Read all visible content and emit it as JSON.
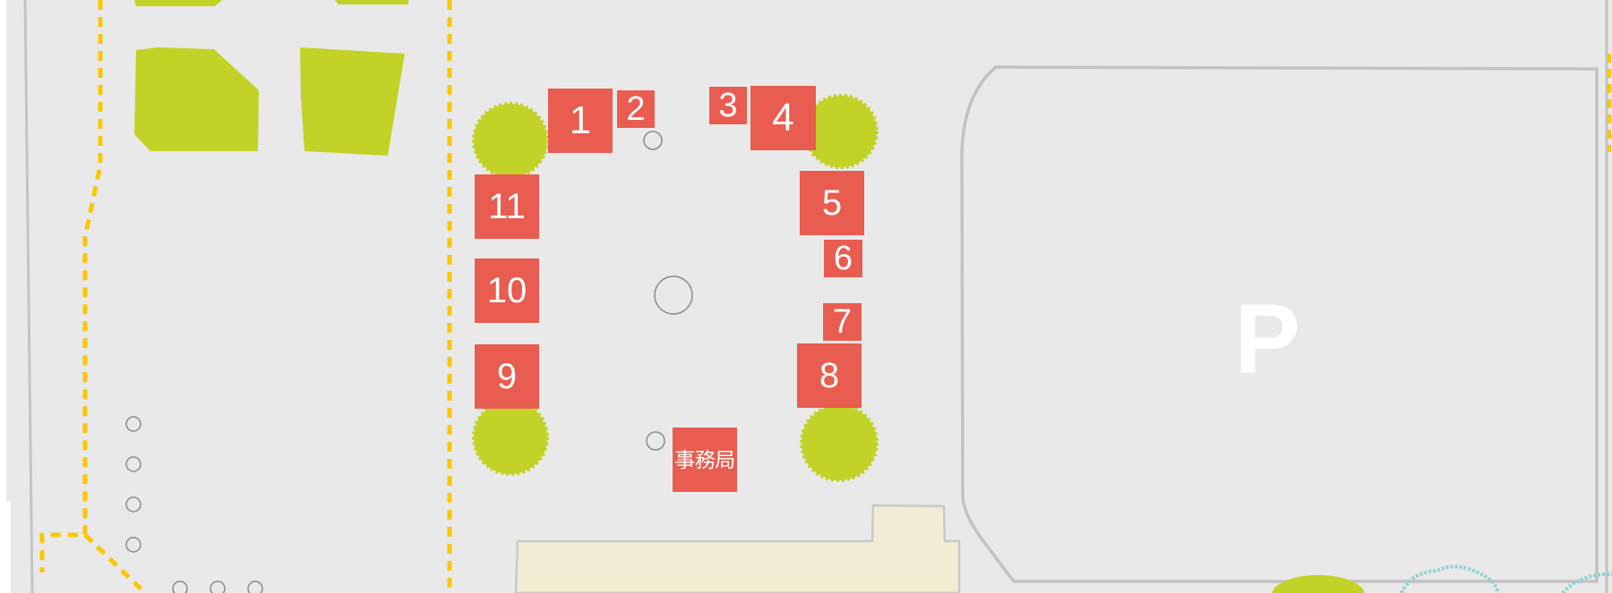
{
  "map": {
    "parking_label": "P",
    "office_label": "事務局",
    "booths": [
      {
        "id": "1",
        "label": "1"
      },
      {
        "id": "2",
        "label": "2"
      },
      {
        "id": "3",
        "label": "3"
      },
      {
        "id": "4",
        "label": "4"
      },
      {
        "id": "5",
        "label": "5"
      },
      {
        "id": "6",
        "label": "6"
      },
      {
        "id": "7",
        "label": "7"
      },
      {
        "id": "8",
        "label": "8"
      },
      {
        "id": "9",
        "label": "9"
      },
      {
        "id": "10",
        "label": "10"
      },
      {
        "id": "11",
        "label": "11"
      }
    ]
  },
  "colors": {
    "ground": "#e9e9e9",
    "booth": "#e95c50",
    "greenery": "#c2d227",
    "path": "#fbc700",
    "outline": "#c2c2c2",
    "building": "#f1ecd3",
    "water": "#8fd3cf"
  }
}
